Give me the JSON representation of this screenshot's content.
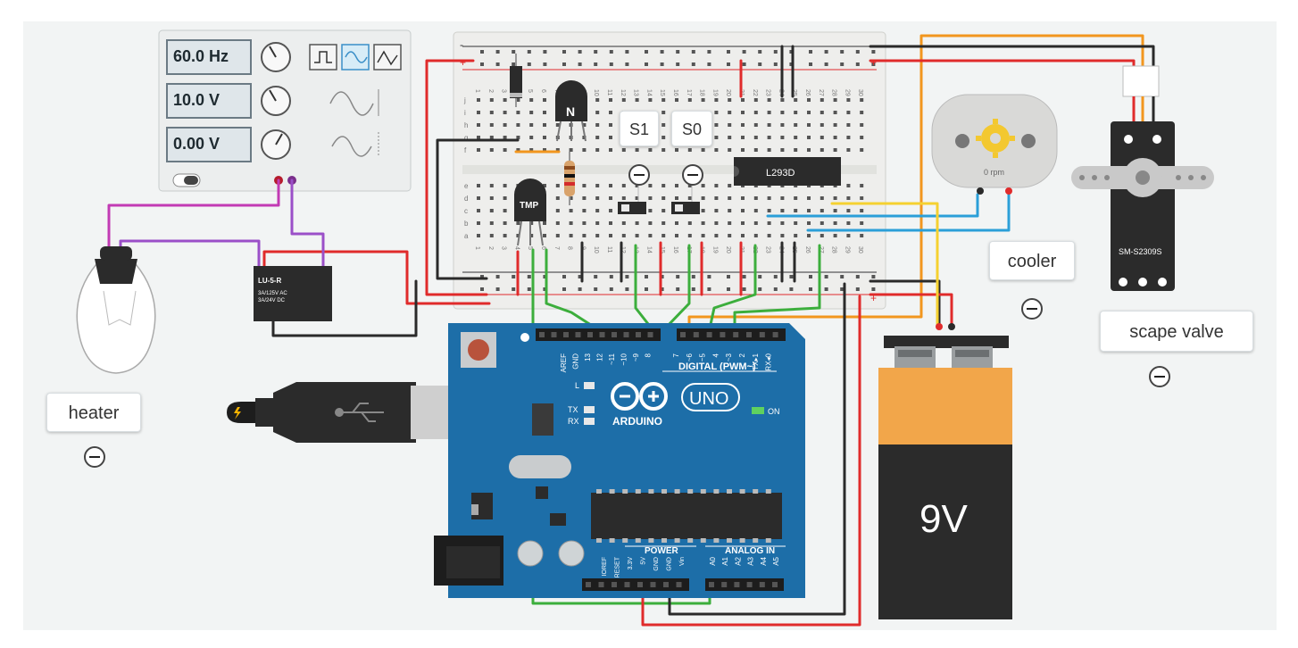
{
  "function_generator": {
    "frequency": "60.0 Hz",
    "amplitude": "10.0 V",
    "offset": "0.00 V"
  },
  "breadboard": {
    "pin_numbers": [
      "1",
      "2",
      "3",
      "4",
      "5",
      "6",
      "7",
      "8",
      "9",
      "10",
      "11",
      "12",
      "13",
      "14",
      "15",
      "16",
      "17",
      "18",
      "19",
      "20",
      "21",
      "22",
      "23",
      "24",
      "25",
      "26",
      "27",
      "28",
      "29",
      "30"
    ],
    "row_labels_top": [
      "j",
      "i",
      "h",
      "g",
      "f"
    ],
    "row_labels_bottom": [
      "e",
      "d",
      "c",
      "b",
      "a"
    ],
    "plus": "+",
    "minus": "-"
  },
  "components": {
    "transistor": "N",
    "temp_sensor": "TMP",
    "switch_s1": "S1",
    "switch_s0": "S0",
    "driver_chip": "L293D",
    "motor_speed": "0 rpm",
    "servo_model": "SM-S2309S",
    "relay_model": "LU-5-R",
    "relay_spec1": "3A/125V AC",
    "relay_spec2": "3A/24V DC",
    "battery": "9V"
  },
  "labels": {
    "heater": "heater",
    "cooler": "cooler",
    "scape_valve": "scape valve"
  },
  "arduino": {
    "logo_text": "ARDUINO",
    "model": "UNO",
    "digital_header": "DIGITAL (PWM~)",
    "power_header": "POWER",
    "analog_header": "ANALOG IN",
    "led_L": "L",
    "led_TX": "TX",
    "led_RX": "RX",
    "on_label": "ON",
    "digital_pins": [
      "AREF",
      "GND",
      "13",
      "12",
      "~11",
      "~10",
      "~9",
      "8",
      "7",
      "~6",
      "~5",
      "4",
      "~3",
      "2",
      "TX▸1",
      "RX◂0"
    ],
    "power_pins": [
      "IOREF",
      "RESET",
      "3.3V",
      "5V",
      "GND",
      "GND",
      "Vin"
    ],
    "analog_pins": [
      "A0",
      "A1",
      "A2",
      "A3",
      "A4",
      "A5"
    ]
  },
  "colors": {
    "board_blue": "#1d6ea8",
    "wire_red": "#e02b2b",
    "wire_green": "#3cae3c",
    "wire_orange": "#f2961e",
    "wire_blue": "#2b9fd8",
    "wire_yellow": "#f5d130",
    "wire_purple": "#9b4fc8",
    "wire_magenta": "#c23ab4",
    "wire_black": "#2a2a2a"
  }
}
